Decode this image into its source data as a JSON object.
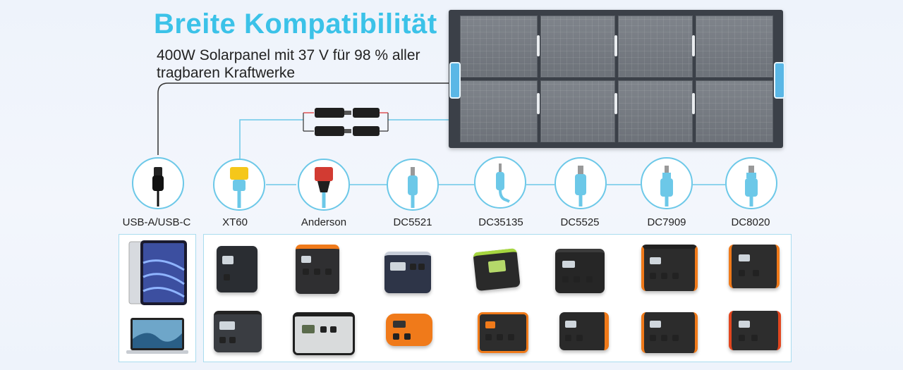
{
  "header": {
    "title": "Breite Kompatibilität",
    "subtitle_line1": "400W Solarpanel mit 37 V für 98 % aller",
    "subtitle_line2": "tragbaren Kraftwerke"
  },
  "connectors": [
    {
      "label": "USB-A/USB-C",
      "icon": "usb-c-plug-icon"
    },
    {
      "label": "XT60",
      "icon": "xt60-plug-icon"
    },
    {
      "label": "Anderson",
      "icon": "anderson-plug-icon"
    },
    {
      "label": "DC5521",
      "icon": "dc5521-plug-icon"
    },
    {
      "label": "DC35135",
      "icon": "dc35135-plug-icon"
    },
    {
      "label": "DC5525",
      "icon": "dc5525-plug-icon"
    },
    {
      "label": "DC7909",
      "icon": "dc7909-plug-icon"
    },
    {
      "label": "DC8020",
      "icon": "dc8020-plug-icon"
    }
  ],
  "colors": {
    "accent": "#3bc2e8",
    "panel_frame": "#3b4048",
    "handle": "#5ab7e6",
    "cable_blue": "#6cc8e8"
  },
  "devices": {
    "usb_column": [
      "tablet-icon",
      "laptop-icon"
    ],
    "power_stations_row1": [
      "station-black-tall",
      "station-black-orange",
      "station-navy-handle",
      "station-green-compact",
      "station-black-handle",
      "station-orange-jackery",
      "station-orange-small"
    ],
    "power_stations_row2": [
      "station-gray-wide",
      "station-goalzero-yellow",
      "station-orange-rounded",
      "station-orange-jackery-2",
      "station-black-orange-2",
      "station-orange-jackery-3",
      "station-red-small"
    ]
  }
}
